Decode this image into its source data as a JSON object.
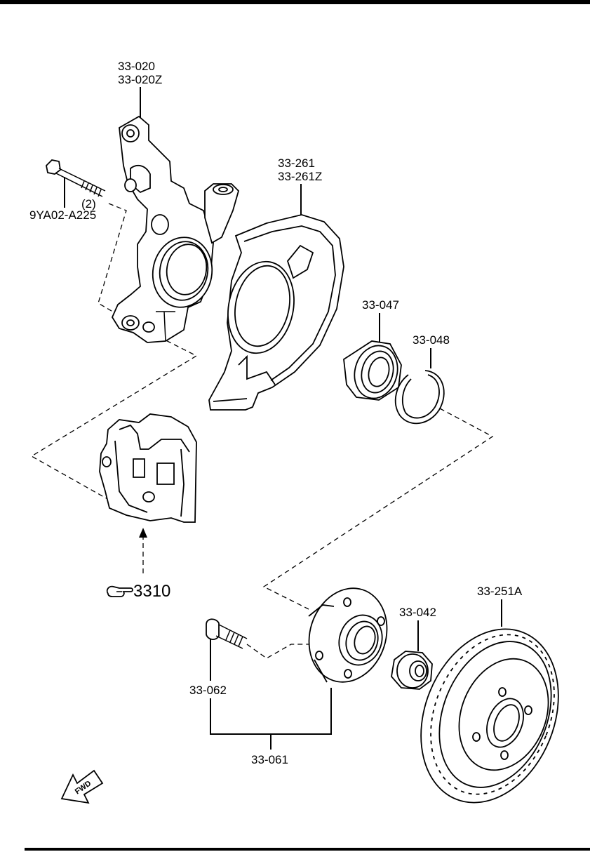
{
  "parts": {
    "knuckle": {
      "code1": "33-020",
      "code2": "33-020Z"
    },
    "bolt": {
      "qty": "(2)",
      "code": "9YA02-A225"
    },
    "dust_cover": {
      "code1": "33-261",
      "code2": "33-261Z"
    },
    "bearing": {
      "code": "33-047"
    },
    "snap_ring": {
      "code": "33-048"
    },
    "caliper_ref": {
      "code": "3310"
    },
    "hub_bolt": {
      "code": "33-062"
    },
    "hub": {
      "code": "33-061"
    },
    "nut": {
      "code": "33-042"
    },
    "disc": {
      "code": "33-251A"
    }
  },
  "fwd_indicator": {
    "label": "FWD"
  },
  "icons": {
    "caliper_ref": "hand-pointer-icon",
    "fwd": "fwd-arrow-icon"
  }
}
